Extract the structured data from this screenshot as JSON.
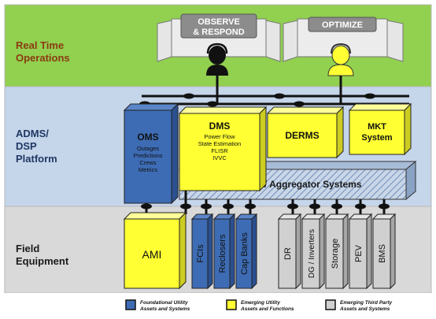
{
  "bands": {
    "realtime": {
      "line1": "Real Time",
      "line2": "Operations",
      "color": "#8a3b12"
    },
    "platform": {
      "line1": "ADMS/",
      "line2": "DSP",
      "line3": "Platform",
      "color": "#1f3864"
    },
    "field": {
      "line1": "Field",
      "line2": "Equipment",
      "color": "#1a1a1a"
    }
  },
  "monitors": {
    "left_banner": "OBSERVE\n& RESPOND",
    "right_banner": "OPTIMIZE"
  },
  "blocks": {
    "oms": {
      "title": "OMS",
      "lines": [
        "Outages",
        "Predictions",
        "Crews",
        "Metrics"
      ]
    },
    "dms": {
      "title": "DMS",
      "lines": [
        "Power Flow",
        "State Estimation",
        "FLISR",
        "IVVC"
      ]
    },
    "derms": {
      "title": "DERMS"
    },
    "mkt": {
      "title": "MKT\nSystem"
    },
    "dscada": {
      "title": "DSCADA/ Aggregator Systems"
    }
  },
  "field_devices": {
    "ami": "AMI",
    "blue": [
      "FCIs",
      "Reclosers",
      "Cap Banks"
    ],
    "gray": [
      "DR",
      "DG / Inverters",
      "Storage",
      "PEV",
      "BMS"
    ]
  },
  "legend": [
    {
      "line1": "Foundational Utility",
      "line2": "Assets and Systems",
      "color": "#3d6cb4"
    },
    {
      "line1": "Emerging Utility",
      "line2": "Assets and Functions",
      "color": "#ffff33"
    },
    {
      "line1": "Emerging Third Party",
      "line2": "Assets and Systems",
      "color": "#d0d0d0"
    }
  ],
  "colors": {
    "realtime_band": "#92d050",
    "platform_band": "#c5d5ea",
    "field_band": "#d9d9d9",
    "foundational_blue": "#3d6cb4",
    "emerging_yellow": "#ffff33",
    "third_party_gray": "#d0d0d0"
  }
}
